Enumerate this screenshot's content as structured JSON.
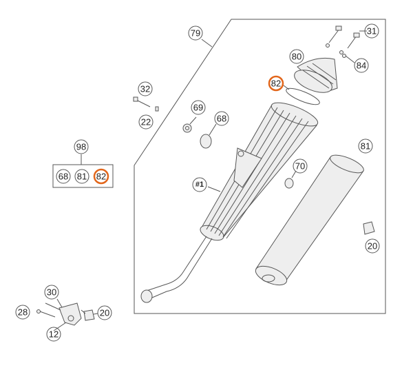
{
  "diagram": {
    "colors": {
      "line": "#555555",
      "highlight": "#e2661b",
      "part_fill": "#eeeeee",
      "background": "#ffffff"
    },
    "callouts": {
      "c79": "79",
      "c31": "31",
      "c80": "80",
      "c84": "84",
      "c82": "82",
      "c32": "32",
      "c22": "22",
      "c69": "69",
      "c68": "68",
      "c98": "98",
      "kit_68": "68",
      "kit_81": "81",
      "kit_82": "82",
      "c81": "81",
      "c70": "70",
      "c1": "#1",
      "c20_right": "20",
      "c30": "30",
      "c28": "28",
      "c12": "12",
      "c20_left": "20"
    },
    "highlighted": [
      "c82",
      "kit_82"
    ]
  }
}
